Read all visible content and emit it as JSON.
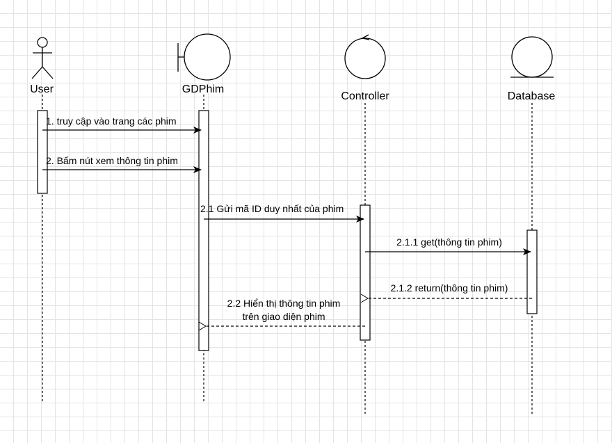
{
  "participants": {
    "user": "User",
    "gdphim": "GDPhim",
    "controller": "Controller",
    "database": "Database"
  },
  "messages": {
    "m1": "1. truy cập vào trang các phim",
    "m2": "2. Bấm nút xem thông tin phim",
    "m21": "2.1 Gửi mã ID duy nhất của phim",
    "m211": "2.1.1 get(thông tin phim)",
    "m212": "2.1.2 return(thông tin phim)",
    "m22_line1": "2.2 Hiển thị thông tin phim",
    "m22_line2": "trên giao diện phim"
  }
}
